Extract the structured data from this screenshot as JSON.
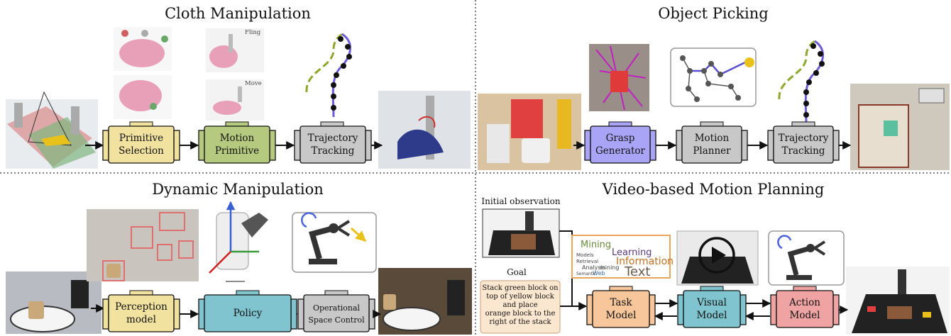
{
  "sections": {
    "cloth": {
      "title": "Cloth Manipulation",
      "blocks": [
        {
          "line1": "Primitive",
          "line2": "Selection",
          "color": "#f2e2a0"
        },
        {
          "line1": "Motion",
          "line2": "Primitive",
          "color": "#b5c97f"
        },
        {
          "line1": "Trajectory",
          "line2": "Tracking",
          "color": "#c8c8c8"
        }
      ],
      "thumb_labels": {
        "fling": "Fling",
        "move": "Move"
      }
    },
    "picking": {
      "title": "Object Picking",
      "blocks": [
        {
          "line1": "Grasp",
          "line2": "Generator",
          "color": "#a9a4f5"
        },
        {
          "line1": "Motion",
          "line2": "Planner",
          "color": "#c8c8c8"
        },
        {
          "line1": "Trajectory",
          "line2": "Tracking",
          "color": "#c8c8c8"
        }
      ]
    },
    "dynamic": {
      "title": "Dynamic Manipulation",
      "blocks": [
        {
          "line1": "Perception",
          "line2": "model",
          "color": "#f2e2a0"
        },
        {
          "line1": "Policy",
          "line2": "",
          "color": "#7fc4cf"
        },
        {
          "line1": "Operational",
          "line2": "Space Control",
          "color": "#c8c8c8"
        }
      ]
    },
    "video": {
      "title": "Video-based Motion Planning",
      "initial_label": "Initial observation",
      "goal_label": "Goal",
      "goal_text": [
        "Stack green block on",
        "top of yellow block",
        "and place",
        "orange block to the",
        "right of the stack"
      ],
      "wordcloud": [
        "Mining",
        "Learning",
        "Information",
        "Text",
        "Models",
        "Retrieval",
        "Analysis",
        "Web",
        "Semantic",
        "mining"
      ],
      "blocks": [
        {
          "line1": "Task",
          "line2": "Model",
          "color": "#f7c79b"
        },
        {
          "line1": "Visual",
          "line2": "Model",
          "color": "#7fc4cf"
        },
        {
          "line1": "Action",
          "line2": "Model",
          "color": "#f0a3a3"
        }
      ]
    }
  },
  "colors": {
    "arrow": "#111111",
    "divider": "#555555",
    "path_purple": "#6b5bd6",
    "path_green": "#8aa82a",
    "accent_yellow": "#e8c21a"
  }
}
